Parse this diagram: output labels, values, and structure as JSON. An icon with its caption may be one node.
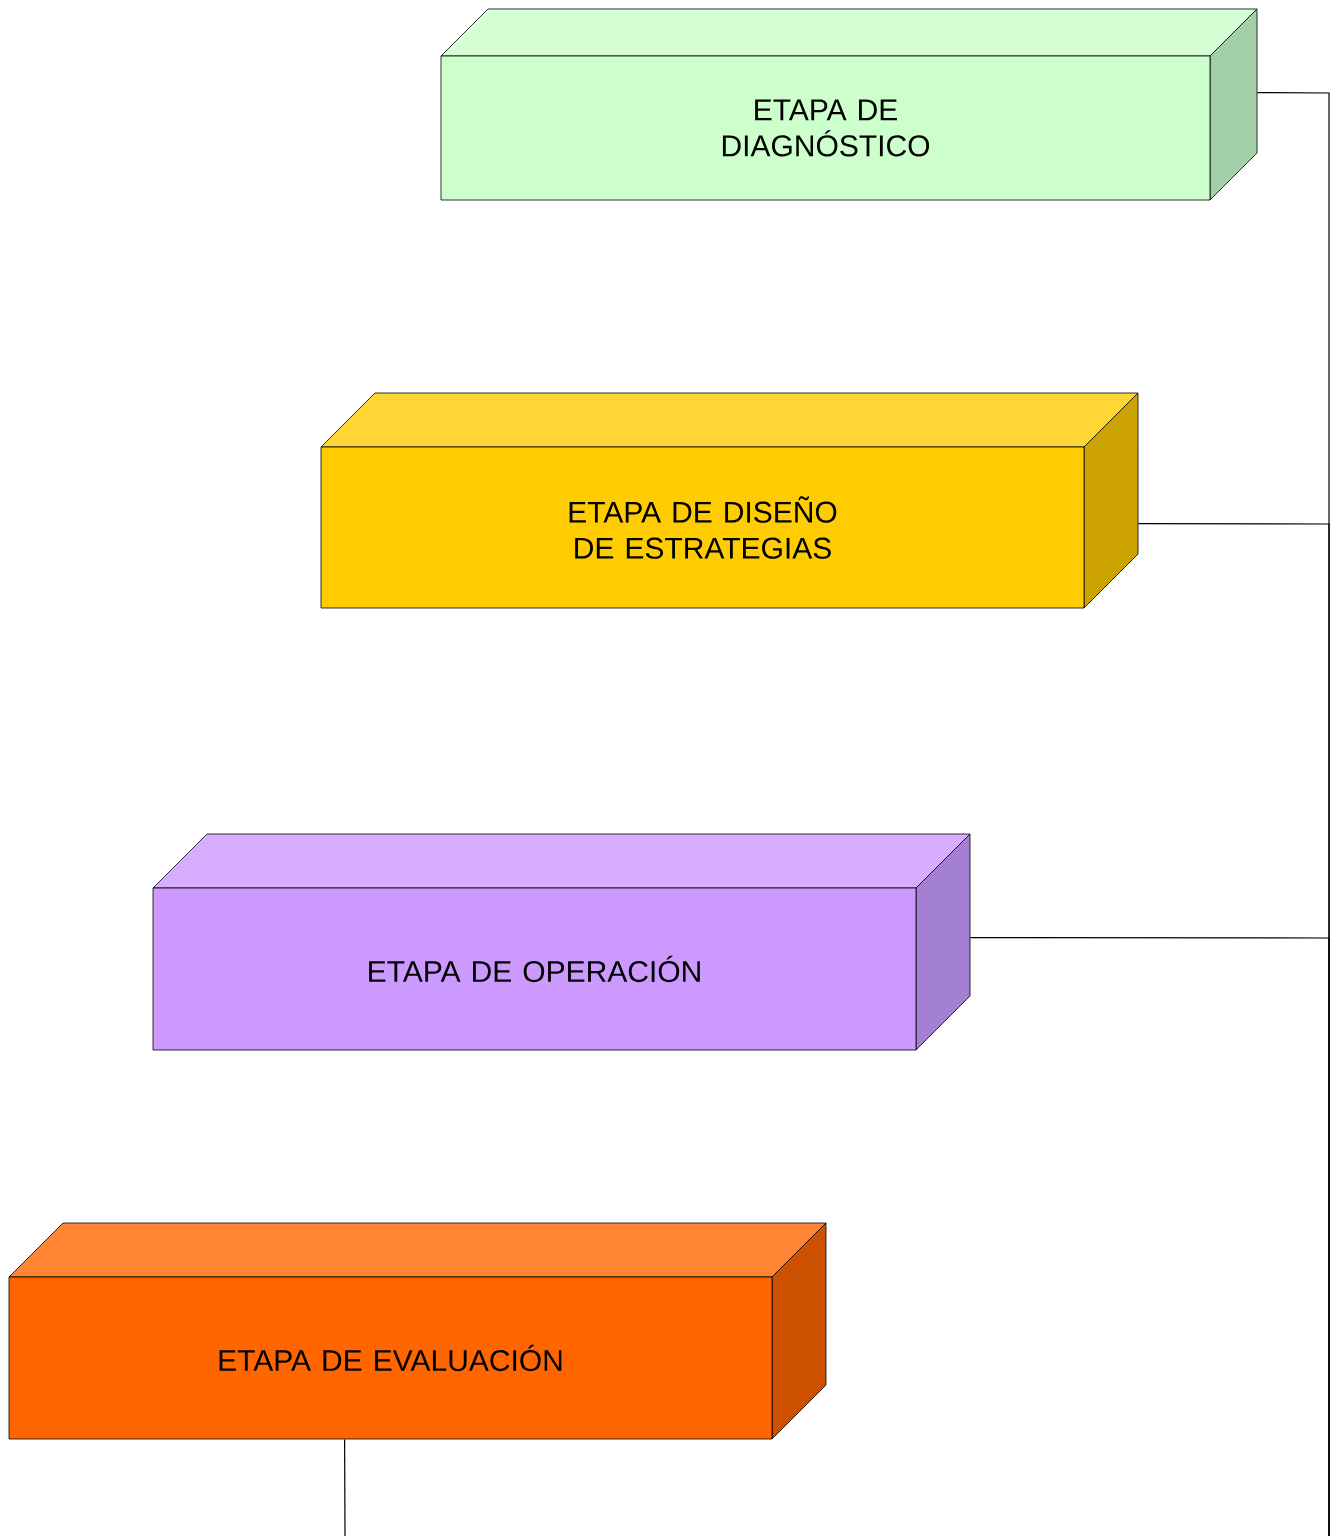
{
  "diagram": {
    "nodes": [
      {
        "text": [
          "ETAPA DE DIAGNÓSTICO"
        ]
      },
      {
        "text": [
          "ETAPA DE DISEÑO DE ESTRATEGIAS"
        ]
      },
      {
        "text": [
          "ETAPA DE OPERACIÓN"
        ]
      },
      {
        "text": [
          "ETAPA DE EVALUACIÓN"
        ]
      }
    ],
    "edges": [
      {
        "from": 0,
        "to": null,
        "arrow": "none"
      },
      {
        "from": 1,
        "to": null,
        "arrow": "none"
      },
      {
        "from": 2,
        "to": null,
        "arrow": "none"
      },
      {
        "from": 3,
        "to": null,
        "arrow": "none"
      }
    ]
  }
}
